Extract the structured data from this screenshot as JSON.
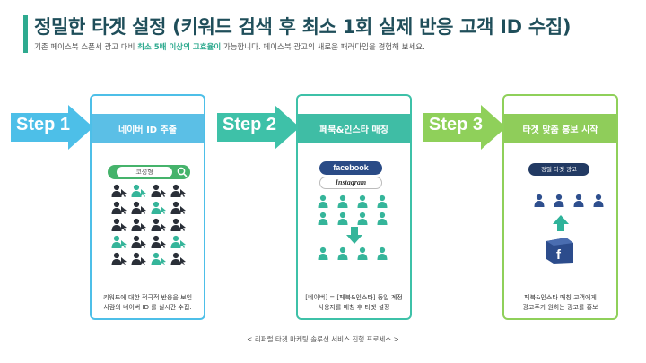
{
  "header": {
    "title": "정밀한 타겟 설정 (키워드 검색 후 최소 1회 실제 반응 고객 ID 수집)",
    "subtitle_pre": "기존 페이스북 스폰서 광고 대비 ",
    "subtitle_highlight": "최소 5배 이상의 고효율이",
    "subtitle_post": " 가능합니다. 페이스북 광고의 새로운 패러다임을 경험해 보세요."
  },
  "steps": [
    {
      "label": "Step 1",
      "color": "#4dbfe8",
      "card_color": "#4dbfe8",
      "card_header_color": "#5bbfe6",
      "card_title": "네이버 ID 추출",
      "caption_line1": "키워드에 대한 적극적 반응을 보인",
      "caption_line2": "사람의 네이버 ID 를 실시간 수집."
    },
    {
      "label": "Step 2",
      "color": "#3ec1a8",
      "card_color": "#3ec1a8",
      "card_header_color": "#3fbda5",
      "card_title": "페북&인스타 매칭",
      "caption_line1": "[네이버] = [페북&인스타] 동일 계정",
      "caption_line2": "사용자를 매칭 후 타겟 설정"
    },
    {
      "label": "Step 3",
      "color": "#8fd05a",
      "card_color": "#8fd05a",
      "card_header_color": "#8fcd5a",
      "card_title": "타겟 맞춤 홍보 시작",
      "caption_line1": "페북&인스타 매칭 고객에게",
      "caption_line2": "광고주가 원하는 광고를 홍보"
    }
  ],
  "card1": {
    "search_value": "코성형"
  },
  "card2": {
    "facebook_label": "facebook",
    "instagram_label": "Instagram"
  },
  "card3": {
    "target_ad_label": "정밀 타겟 광고",
    "fb_letter": "f"
  },
  "footer": {
    "text": "< 리퍼럴 타겟 마케팅 솔루션 서비스 진행 프로세스 >"
  },
  "icons": {
    "search": "search-icon",
    "person": "person-icon",
    "arrow_down": "arrow-down-icon",
    "arrow_up": "arrow-up-icon",
    "facebook": "facebook-box-icon"
  }
}
